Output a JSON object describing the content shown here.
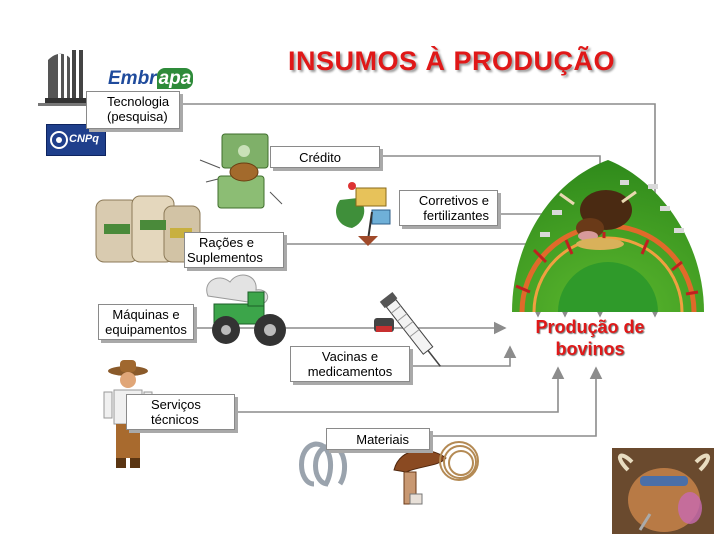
{
  "title": "INSUMOS À PRODUÇÃO",
  "logos": {
    "embrapa_prefix": "Embr",
    "embrapa_highlight": "apa",
    "cnpq": "CNPq"
  },
  "nodes": {
    "tecnologia": [
      "Tecnologia",
      "(pesquisa)"
    ],
    "credito": [
      "Crédito"
    ],
    "corretivos": [
      "Corretivos e",
      "fertilizantes"
    ],
    "racoes": [
      "Rações e",
      "Suplementos"
    ],
    "maquinas": [
      "Máquinas  e",
      "equipamentos"
    ],
    "vacinas": [
      "Vacinas e",
      "medicamentos"
    ],
    "servicos": [
      "Serviços",
      "técnicos"
    ],
    "materiais": [
      "Materiais"
    ]
  },
  "target": [
    "Produção de",
    "bovinos"
  ],
  "colors": {
    "title": "#e01818",
    "arrow": "#8c8c8c",
    "box_border": "#8a8a8a"
  },
  "icons": [
    "building-icon",
    "money-bundle-icon",
    "fertilizer-tools-icon",
    "feed-bags-icon",
    "tractor-icon",
    "vaccine-syringe-icon",
    "cowboy-icon",
    "horseshoe-icon",
    "saddle-icon",
    "lasso-icon",
    "bull-pasture-icon",
    "highland-cow-icon"
  ]
}
